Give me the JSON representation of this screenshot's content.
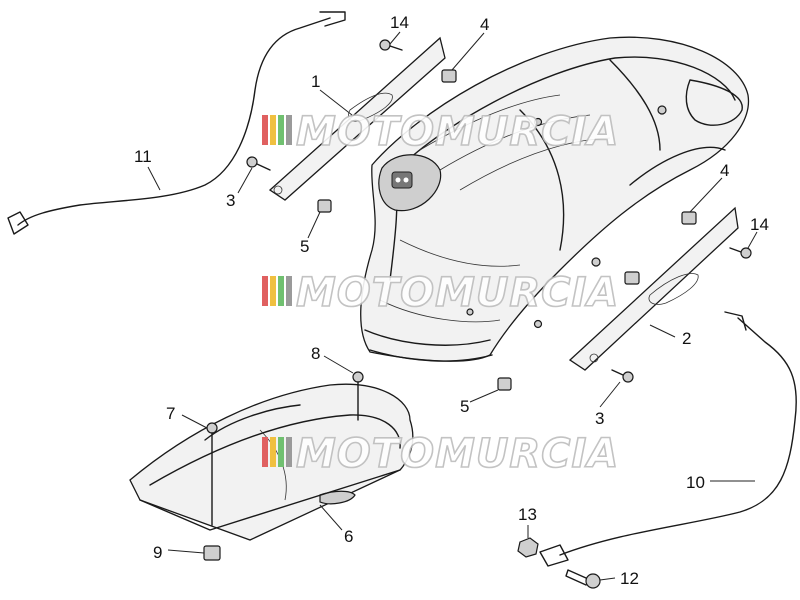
{
  "watermark": {
    "text": "MOTOMURCIA",
    "colors": [
      "#e06060",
      "#f0c040",
      "#70c070",
      "#9a9a9a"
    ]
  },
  "callouts": [
    {
      "id": "c14a",
      "label": "14"
    },
    {
      "id": "c4a",
      "label": "4"
    },
    {
      "id": "c1",
      "label": "1"
    },
    {
      "id": "c11",
      "label": "11"
    },
    {
      "id": "c3a",
      "label": "3"
    },
    {
      "id": "c5a",
      "label": "5"
    },
    {
      "id": "c4b",
      "label": "4"
    },
    {
      "id": "c14b",
      "label": "14"
    },
    {
      "id": "c2",
      "label": "2"
    },
    {
      "id": "c8",
      "label": "8"
    },
    {
      "id": "c5b",
      "label": "5"
    },
    {
      "id": "c3b",
      "label": "3"
    },
    {
      "id": "c7",
      "label": "7"
    },
    {
      "id": "c10",
      "label": "10"
    },
    {
      "id": "c6",
      "label": "6"
    },
    {
      "id": "c13",
      "label": "13"
    },
    {
      "id": "c9",
      "label": "9"
    },
    {
      "id": "c12",
      "label": "12"
    }
  ]
}
